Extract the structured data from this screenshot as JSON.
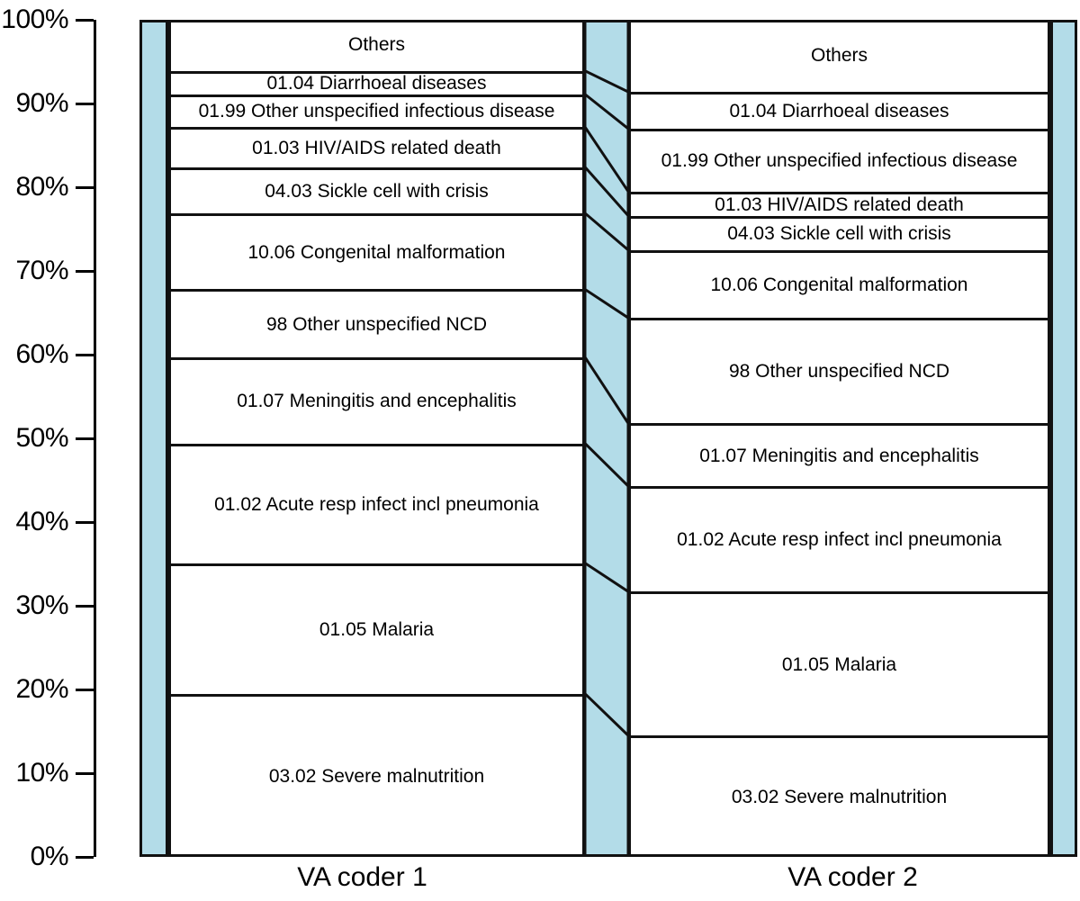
{
  "chart_data": {
    "type": "bar",
    "subtype": "stacked-percentage-alluvial",
    "title": "",
    "xlabel": "",
    "ylabel": "",
    "ylim": [
      0,
      100
    ],
    "ytick_labels": [
      "100%",
      "90%",
      "80%",
      "70%",
      "60%",
      "50%",
      "40%",
      "30%",
      "20%",
      "10%",
      "0%"
    ],
    "ytick_values": [
      100,
      90,
      80,
      70,
      60,
      50,
      40,
      30,
      20,
      10,
      0
    ],
    "grid": false,
    "legend": "none",
    "categories": [
      "VA coder 1",
      "VA coder 2"
    ],
    "flow_color": "#b3dce8",
    "segment_fill": "#ffffff",
    "stroke_color": "#111111",
    "series": [
      {
        "name": "VA coder 1",
        "stack_order_top_to_bottom": [
          {
            "label": "Others",
            "top": 100.0,
            "bottom": 93.9,
            "value": 6.1
          },
          {
            "label": "01.04 Diarrhoeal diseases",
            "top": 93.9,
            "bottom": 91.1,
            "value": 2.8
          },
          {
            "label": "01.99 Other unspecified infectious disease",
            "top": 91.1,
            "bottom": 87.2,
            "value": 3.9
          },
          {
            "label": "01.03 HIV/AIDS related death",
            "top": 87.2,
            "bottom": 82.4,
            "value": 4.8
          },
          {
            "label": "04.03 Sickle cell with crisis",
            "top": 82.4,
            "bottom": 76.9,
            "value": 5.5
          },
          {
            "label": "10.06 Congenital malformation",
            "top": 76.9,
            "bottom": 67.8,
            "value": 9.1
          },
          {
            "label": "98 Other unspecified NCD",
            "top": 67.8,
            "bottom": 59.7,
            "value": 8.1
          },
          {
            "label": "01.07 Meningitis and encephalitis",
            "top": 59.7,
            "bottom": 49.4,
            "value": 10.3
          },
          {
            "label": "01.02 Acute resp infect incl pneumonia",
            "top": 49.4,
            "bottom": 35.1,
            "value": 14.3
          },
          {
            "label": "01.05 Malaria",
            "top": 35.1,
            "bottom": 19.5,
            "value": 15.6
          },
          {
            "label": "03.02 Severe malnutrition",
            "top": 19.5,
            "bottom": 0.0,
            "value": 19.5
          }
        ]
      },
      {
        "name": "VA coder 2",
        "stack_order_top_to_bottom": [
          {
            "label": "Others",
            "top": 100.0,
            "bottom": 91.4,
            "value": 8.6
          },
          {
            "label": "01.04 Diarrhoeal diseases",
            "top": 91.4,
            "bottom": 87.0,
            "value": 4.4
          },
          {
            "label": "01.99 Other unspecified infectious disease",
            "top": 87.0,
            "bottom": 79.5,
            "value": 7.5
          },
          {
            "label": "01.03 HIV/AIDS related death",
            "top": 79.5,
            "bottom": 76.6,
            "value": 2.9
          },
          {
            "label": "04.03 Sickle cell with crisis",
            "top": 76.6,
            "bottom": 72.5,
            "value": 4.1
          },
          {
            "label": "10.06 Congenital malformation",
            "top": 72.5,
            "bottom": 64.4,
            "value": 8.1
          },
          {
            "label": "98 Other unspecified NCD",
            "top": 64.4,
            "bottom": 51.8,
            "value": 12.6
          },
          {
            "label": "01.07 Meningitis and encephalitis",
            "top": 51.8,
            "bottom": 44.3,
            "value": 7.5
          },
          {
            "label": "01.02 Acute resp infect incl pneumonia",
            "top": 44.3,
            "bottom": 31.7,
            "value": 12.6
          },
          {
            "label": "01.05 Malaria",
            "top": 31.7,
            "bottom": 14.5,
            "value": 17.2
          },
          {
            "label": "03.02 Severe malnutrition",
            "top": 14.5,
            "bottom": 0.0,
            "value": 14.5
          }
        ]
      }
    ]
  },
  "axis": {
    "ticks": [
      {
        "label": "100%",
        "value": 100
      },
      {
        "label": "90%",
        "value": 90
      },
      {
        "label": "80%",
        "value": 80
      },
      {
        "label": "70%",
        "value": 70
      },
      {
        "label": "60%",
        "value": 60
      },
      {
        "label": "50%",
        "value": 50
      },
      {
        "label": "40%",
        "value": 40
      },
      {
        "label": "30%",
        "value": 30
      },
      {
        "label": "20%",
        "value": 20
      },
      {
        "label": "10%",
        "value": 10
      },
      {
        "label": "0%",
        "value": 0
      }
    ]
  },
  "xaxis": {
    "labels": [
      "VA coder 1",
      "VA coder 2"
    ]
  }
}
